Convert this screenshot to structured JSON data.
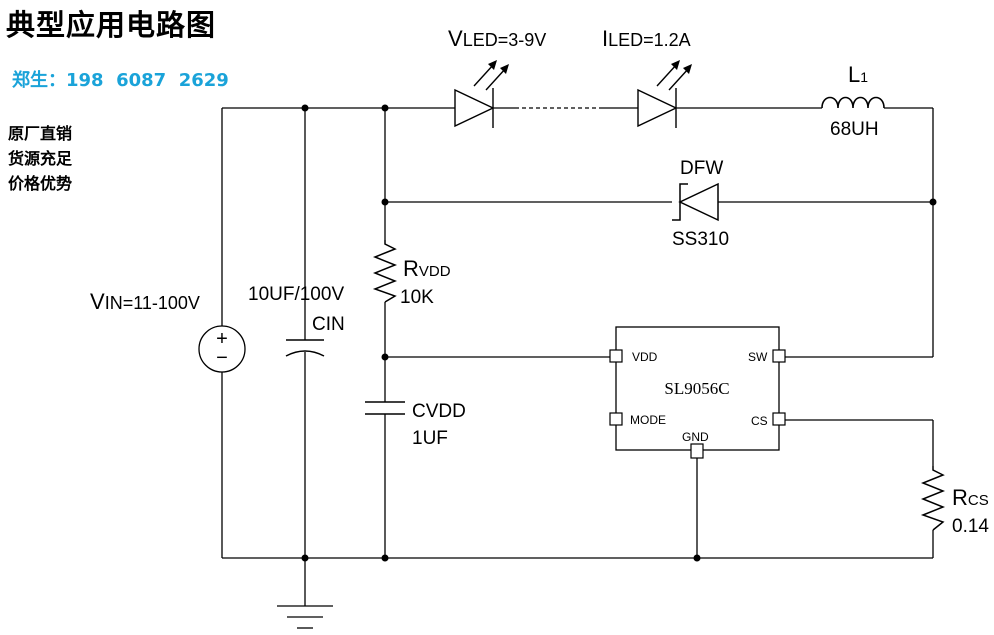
{
  "title": "典型应用电路图",
  "contact": "郑生：198  6087  2629",
  "notes": [
    "原厂直销",
    "货源充足",
    "价格优势"
  ],
  "labels": {
    "vin": {
      "main": "V",
      "sub": "IN=11-100V"
    },
    "vled": {
      "main": "V",
      "sub": "LED=3-9V"
    },
    "iled": {
      "main": "I",
      "sub": "LED=1.2A"
    },
    "l1": {
      "main": "L",
      "sub": "1"
    },
    "l1_value": "68UH",
    "dfw": "DFW",
    "dfw_part": "SS310",
    "rvdd": {
      "main": "R",
      "sub": "VDD"
    },
    "rvdd_value": "10K",
    "cin_value": "10UF/100V",
    "cin": "CIN",
    "cvdd": "CVDD",
    "cvdd_value": "1UF",
    "rcs": {
      "main": "R",
      "sub": "CS"
    },
    "rcs_value": "0.14"
  },
  "chip": {
    "name": "SL9056C",
    "pins": {
      "vdd": "VDD",
      "mode": "MODE",
      "gnd": "GND",
      "sw": "SW",
      "cs": "CS"
    }
  },
  "source_symbols": {
    "plus": "+",
    "minus": "−"
  }
}
